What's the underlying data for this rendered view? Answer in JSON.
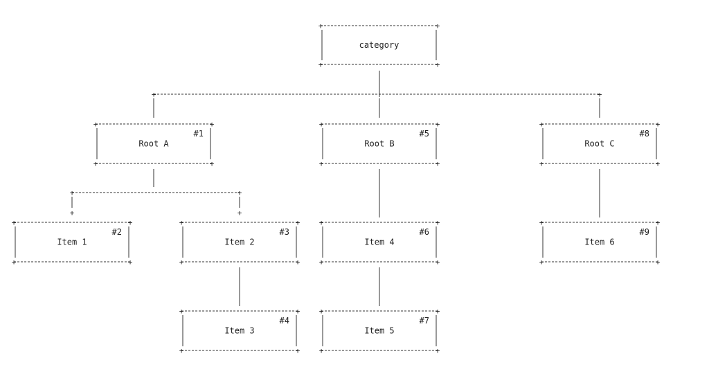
{
  "nodes": {
    "category": {
      "label": "category",
      "number": ""
    },
    "root_a": {
      "label": "Root A",
      "number": "#1"
    },
    "item_1": {
      "label": "Item 1",
      "number": "#2"
    },
    "item_2": {
      "label": "Item 2",
      "number": "#3"
    },
    "item_3": {
      "label": "Item 3",
      "number": "#4"
    },
    "root_b": {
      "label": "Root B",
      "number": "#5"
    },
    "item_4": {
      "label": "Item 4",
      "number": "#6"
    },
    "item_5": {
      "label": "Item 5",
      "number": "#7"
    },
    "root_c": {
      "label": "Root C",
      "number": "#8"
    },
    "item_6": {
      "label": "Item 6",
      "number": "#9"
    }
  },
  "edges": [
    [
      "category",
      "root_a"
    ],
    [
      "category",
      "root_b"
    ],
    [
      "category",
      "root_c"
    ],
    [
      "root_a",
      "item_1"
    ],
    [
      "root_a",
      "item_2"
    ],
    [
      "item_2",
      "item_3"
    ],
    [
      "root_b",
      "item_4"
    ],
    [
      "item_4",
      "item_5"
    ],
    [
      "root_c",
      "item_6"
    ]
  ]
}
